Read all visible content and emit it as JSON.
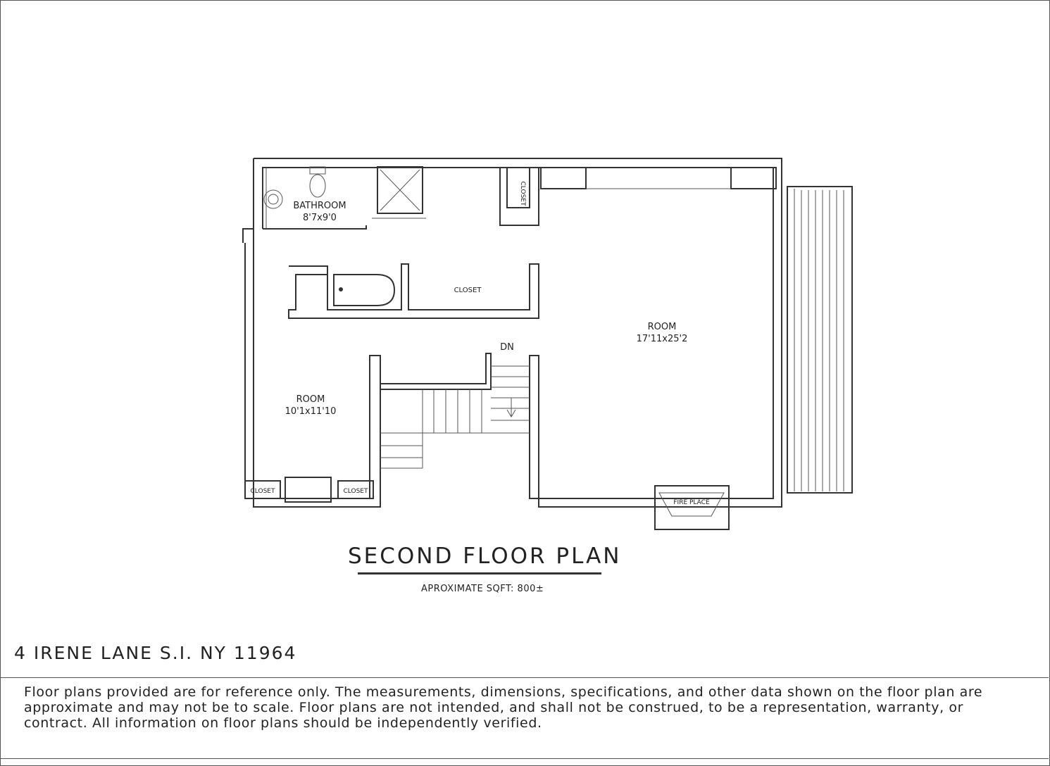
{
  "plan": {
    "title": "SECOND FLOOR PLAN",
    "sqft": "APROXIMATE SQFT: 800±",
    "rooms": [
      {
        "id": "bathroom",
        "name": "BATHROOM",
        "dims": "8'7x9'0"
      },
      {
        "id": "room-left",
        "name": "ROOM",
        "dims": "10'1x11'10"
      },
      {
        "id": "room-right",
        "name": "ROOM",
        "dims": "17'11x25'2"
      }
    ],
    "labels": {
      "closet": "CLOSET",
      "fireplace": "FIRE PLACE",
      "stair_down": "DN"
    }
  },
  "address": "4 IRENE LANE S.I. NY 11964",
  "disclaimer": "Floor plans provided are for reference only. The measurements, dimensions, specifications, and other data shown on the floor plan are approximate and may not be to scale. Floor plans are not intended, and shall not be construed, to be a representation, warranty, or contract. All information on floor plans should be independently verified."
}
